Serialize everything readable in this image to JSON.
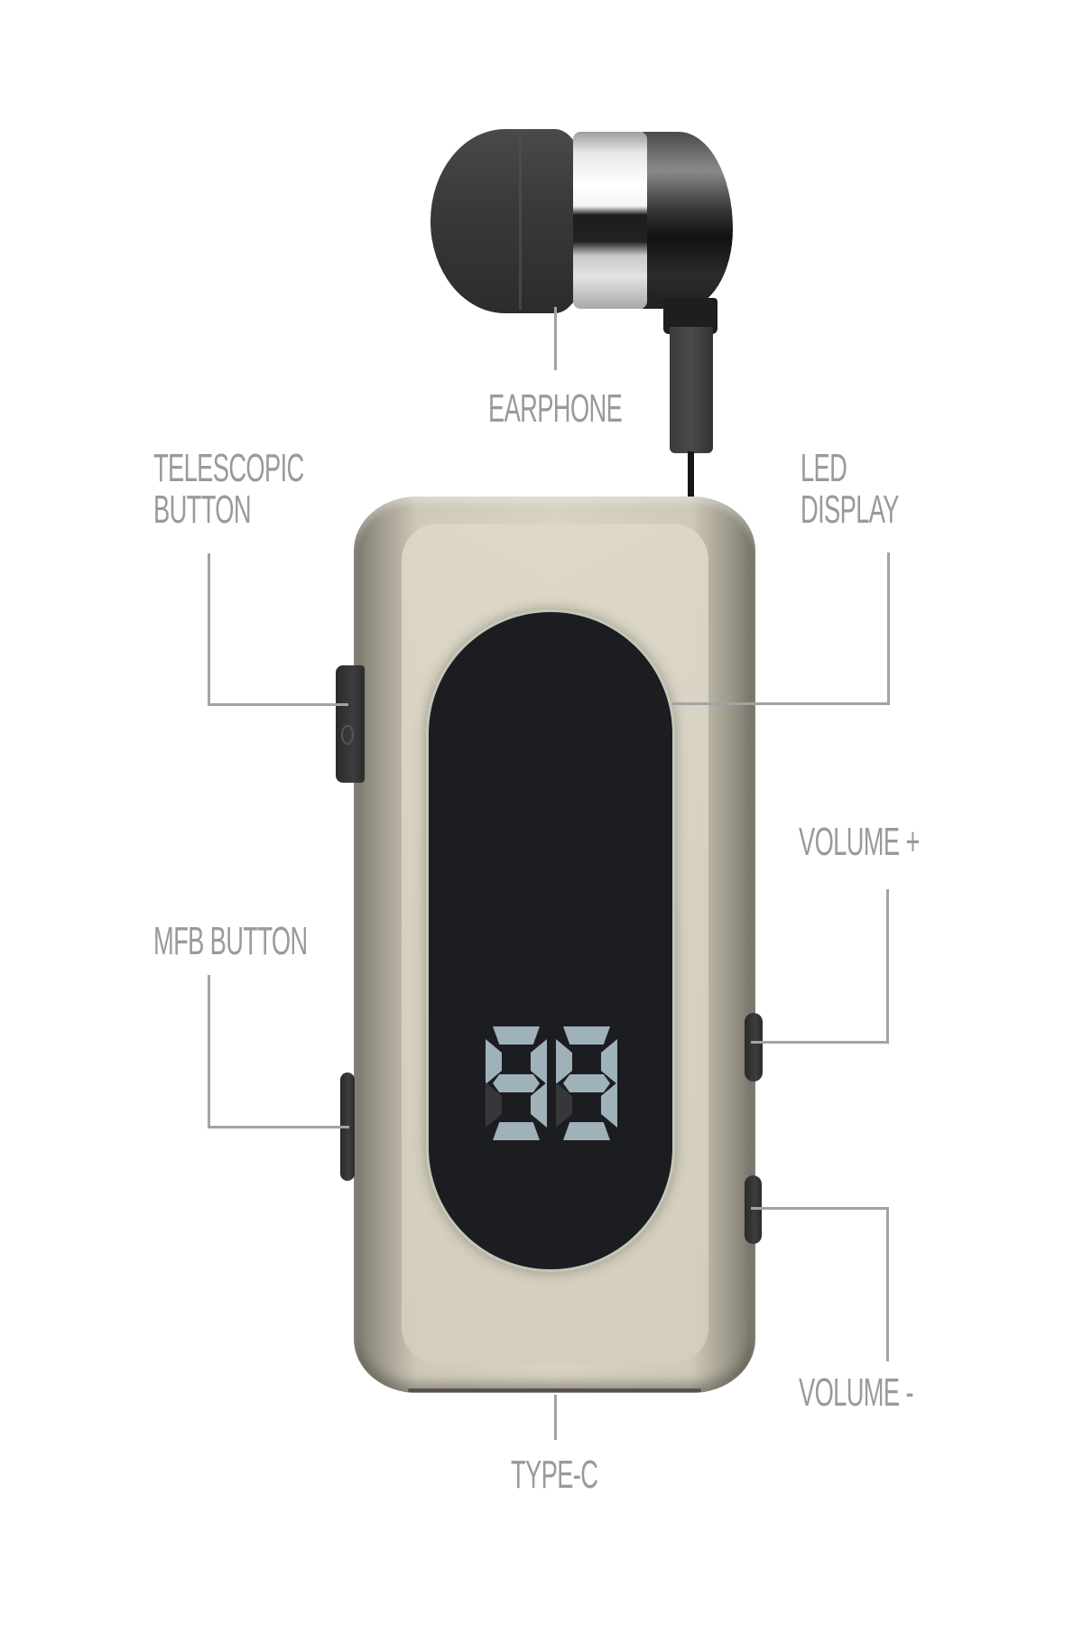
{
  "diagram": {
    "subject": "Retractable Bluetooth earpiece",
    "labels": {
      "earphone": "EARPHONE",
      "telescopic_button": [
        "TELESCOPIC",
        "BUTTON"
      ],
      "led_display": [
        "LED",
        "DISPLAY"
      ],
      "mfb_button": "MFB BUTTON",
      "volume_up": "VOLUME +",
      "volume_down": "VOLUME -",
      "type_c": "TYPE-C"
    },
    "display": {
      "value": "99"
    },
    "colors": {
      "background": "#ffffff",
      "label_text": "#9a9a9a",
      "leader_line": "#a3a3a3",
      "body": "#d8d2c2",
      "display_bg": "#1c1d21",
      "display_digits": "#9fb2ba",
      "buttons": "#2f2f2f"
    }
  }
}
